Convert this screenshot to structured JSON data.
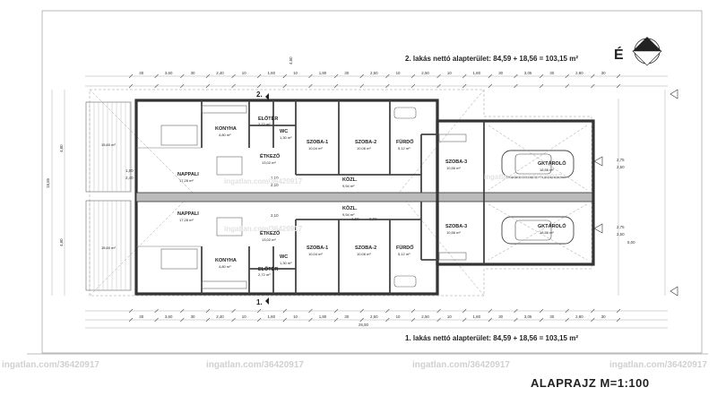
{
  "header_top": "2. lakás nettó alapterület:  84,59 + 18,56 = 103,15 m²",
  "header_bottom": "1. lakás nettó alapterület:  84,59 + 18,56 = 103,15 m²",
  "title": "ALAPRAJZ  M=1:100",
  "north_letter": "É",
  "watermark": "ingatlan.com/36420917",
  "unit_markers": [
    "1.",
    "2."
  ],
  "rooms_top": [
    {
      "name": "ELŐTÉR",
      "area": "2,72 m²"
    },
    {
      "name": "WC",
      "area": "1,30 m²"
    },
    {
      "name": "KONYHA",
      "area": "4,80 m²"
    },
    {
      "name": "SZOBA-1",
      "area": "10,04 m²"
    },
    {
      "name": "SZOBA-2",
      "area": "10,06 m²"
    },
    {
      "name": "FÜRDŐ",
      "area": "5,12 m²"
    },
    {
      "name": "ÉTKEZŐ",
      "area": "13,02 m²"
    },
    {
      "name": "NAPPALI",
      "area": "17,28 m²"
    },
    {
      "name": "KÖZL.",
      "area": "9,54 m²"
    },
    {
      "name": "SZOBA-3",
      "area": "10,56 m²"
    },
    {
      "name": "GKTÁROLÓ",
      "area": "18,56 m²"
    }
  ],
  "rooms_bottom": [
    {
      "name": "NAPPALI",
      "area": "17,28 m²"
    },
    {
      "name": "KÖZL.",
      "area": "9,54 m²"
    },
    {
      "name": "SZOBA-3",
      "area": "10,56 m²"
    },
    {
      "name": "GKTÁROLÓ",
      "area": "18,56 m²"
    },
    {
      "name": "ÉTKEZŐ",
      "area": "13,02 m²"
    },
    {
      "name": "SZOBA-1",
      "area": "10,04 m²"
    },
    {
      "name": "SZOBA-2",
      "area": "10,06 m²"
    },
    {
      "name": "FÜRDŐ",
      "area": "5,12 m²"
    },
    {
      "name": "KONYHA",
      "area": "4,80 m²"
    },
    {
      "name": "WC",
      "area": "1,30 m²"
    },
    {
      "name": "ELŐTÉR",
      "area": "2,72 m²"
    }
  ],
  "terrace_area": "15,60 m²",
  "dims_top": [
    "30",
    "3,60",
    "30",
    "2,40",
    "10",
    "1,80",
    "10",
    "1,80",
    "30",
    "2,50",
    "10",
    "2,50",
    "10",
    "1,80",
    "30",
    "3,05",
    "30",
    "2,80",
    "30"
  ],
  "dims_top_total": "26,50",
  "dims_overall_vertical": "18,65",
  "dims_vertical_left": [
    "4,80",
    "1,80",
    "2,40",
    "4,80"
  ],
  "dims_right": [
    "2,75",
    "2,50",
    "2,75",
    "2,50",
    "5,00"
  ],
  "dims_misc": [
    "4,50",
    "1,10",
    "2,10",
    "1,50",
    "0,90",
    "2,10"
  ]
}
